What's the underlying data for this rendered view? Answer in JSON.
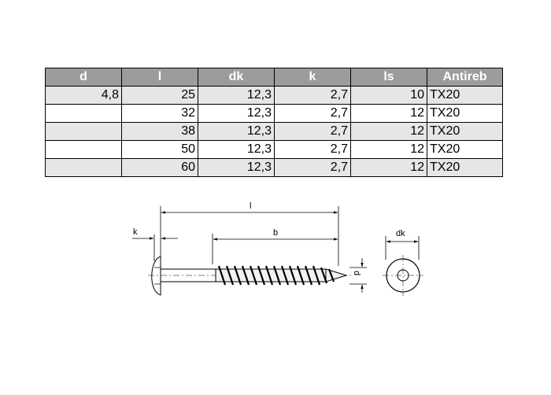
{
  "table": {
    "columns": [
      "d",
      "l",
      "dk",
      "k",
      "ls",
      "Antireb"
    ],
    "header_bg": "#9c9c9c",
    "row_bg_alt": "#e6e6e6",
    "rows": [
      [
        "4,8",
        "25",
        "12,3",
        "2,7",
        "10",
        "TX20"
      ],
      [
        "",
        "32",
        "12,3",
        "2,7",
        "12",
        "TX20"
      ],
      [
        "",
        "38",
        "12,3",
        "2,7",
        "12",
        "TX20"
      ],
      [
        "",
        "50",
        "12,3",
        "2,7",
        "12",
        "TX20"
      ],
      [
        "",
        "60",
        "12,3",
        "2,7",
        "12",
        "TX20"
      ]
    ]
  },
  "drawing": {
    "label_k": "k",
    "label_l": "l",
    "label_b": "b",
    "label_d": "d",
    "label_dk": "dk"
  }
}
